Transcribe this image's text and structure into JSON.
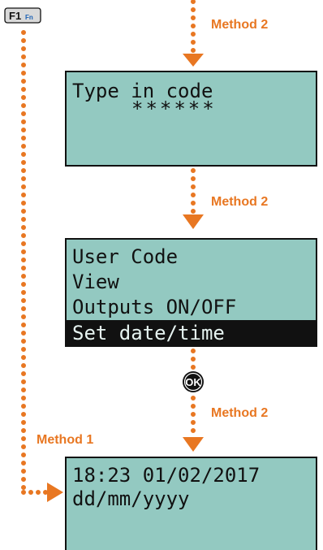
{
  "colors": {
    "accent": "#e87722",
    "lcd_bg": "#93c9c1",
    "lcd_border": "#111111",
    "highlight_bg": "#111111",
    "key_bg": "#d9d9d9",
    "fn_blue": "#1a5fb4"
  },
  "key": {
    "main": "F1",
    "sub": "Fn"
  },
  "ok_button": {
    "label": "OK"
  },
  "methods": {
    "top": "Method 2",
    "middle": "Method 2",
    "bottom": "Method 2",
    "left": "Method 1"
  },
  "screens": {
    "code_entry": {
      "line1": "Type in code",
      "line2": "******"
    },
    "menu": {
      "items": [
        "User Code",
        "View",
        "Outputs ON/OFF",
        "Set date/time"
      ],
      "selected": "Set date/time"
    },
    "date_time": {
      "line1": "18:23 01/02/2017",
      "line2": "dd/mm/yyyy"
    }
  },
  "icons": {
    "arrow": "down-arrow-icon",
    "right_arrow": "right-arrow-icon"
  }
}
